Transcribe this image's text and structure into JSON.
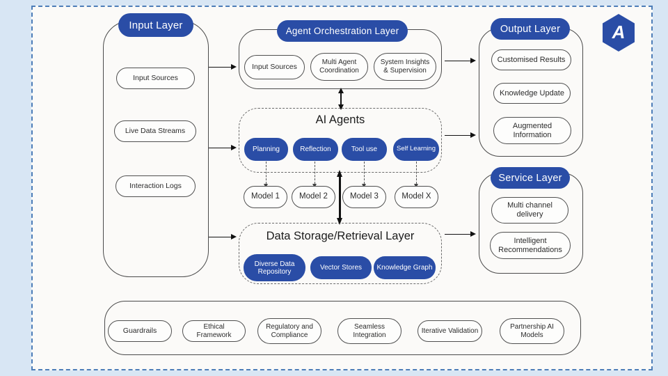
{
  "logo": {
    "letter": "A"
  },
  "colors": {
    "accent_blue": "#2a4da6",
    "outer_dash_border": "#4d7db8",
    "canvas_background": "#d8e6f4",
    "inner_background": "#fbfaf8",
    "panel_border": "#4a4a4a"
  },
  "diagram": {
    "input_layer": {
      "title": "Input Layer",
      "items": [
        "Input Sources",
        "Live Data Streams",
        "Interaction Logs"
      ]
    },
    "orchestration_layer": {
      "title": "Agent Orchestration Layer",
      "items": [
        "Input Sources",
        "Multi Agent Coordination",
        "System Insights & Supervision"
      ]
    },
    "ai_agents": {
      "title": "AI Agents",
      "capabilities": [
        "Planning",
        "Reflection",
        "Tool use",
        "Self Learning"
      ],
      "models": [
        "Model 1",
        "Model 2",
        "Model 3",
        "Model X"
      ]
    },
    "data_layer": {
      "title": "Data Storage/Retrieval Layer",
      "items": [
        "Diverse Data Repository",
        "Vector Stores",
        "Knowledge Graph"
      ]
    },
    "output_layer": {
      "title": "Output Layer",
      "items": [
        "Customised Results",
        "Knowledge Update",
        "Augmented Information"
      ]
    },
    "service_layer": {
      "title": "Service Layer",
      "items": [
        "Multi channel delivery",
        "Intelligent Recommendations"
      ]
    },
    "governance": {
      "items": [
        "Guardrails",
        "Ethical Framework",
        "Regulatory and Compliance",
        "Seamless Integration",
        "Iterative Validation",
        "Partnership AI Models"
      ]
    }
  }
}
